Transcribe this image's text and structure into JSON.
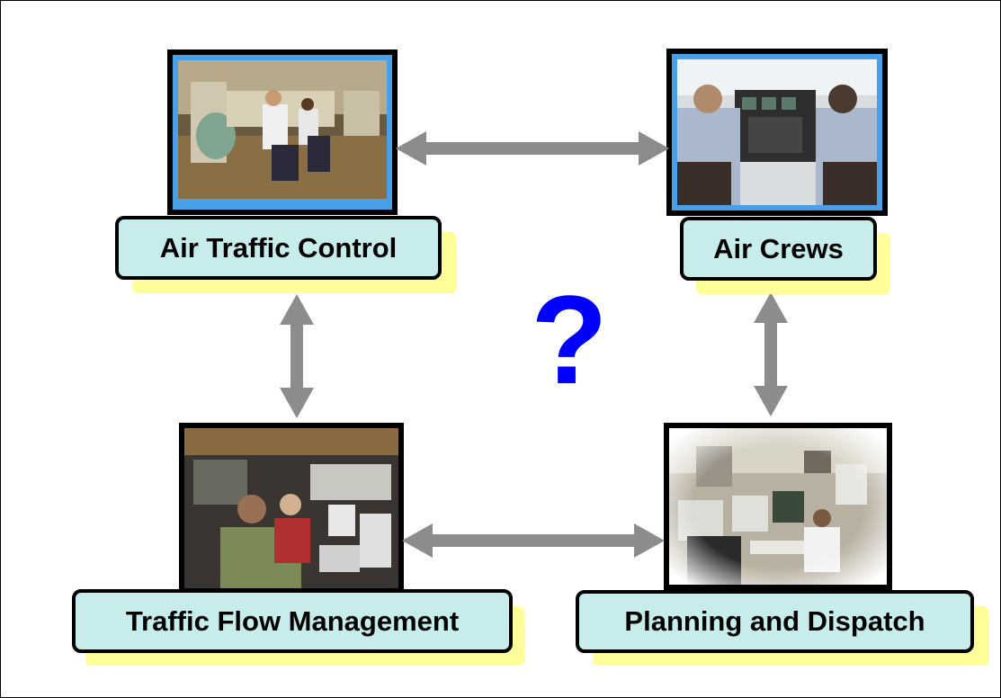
{
  "labels": {
    "atc": "Air Traffic Control",
    "crews": "Air Crews",
    "tfm": "Traffic Flow Management",
    "dispatch": "Planning and Dispatch"
  },
  "center_symbol": "?",
  "colors": {
    "label_fill": "#c6ecec",
    "label_shadow": "#ffff99",
    "question_mark": "#0000ff",
    "arrow": "#8c8c8c"
  }
}
